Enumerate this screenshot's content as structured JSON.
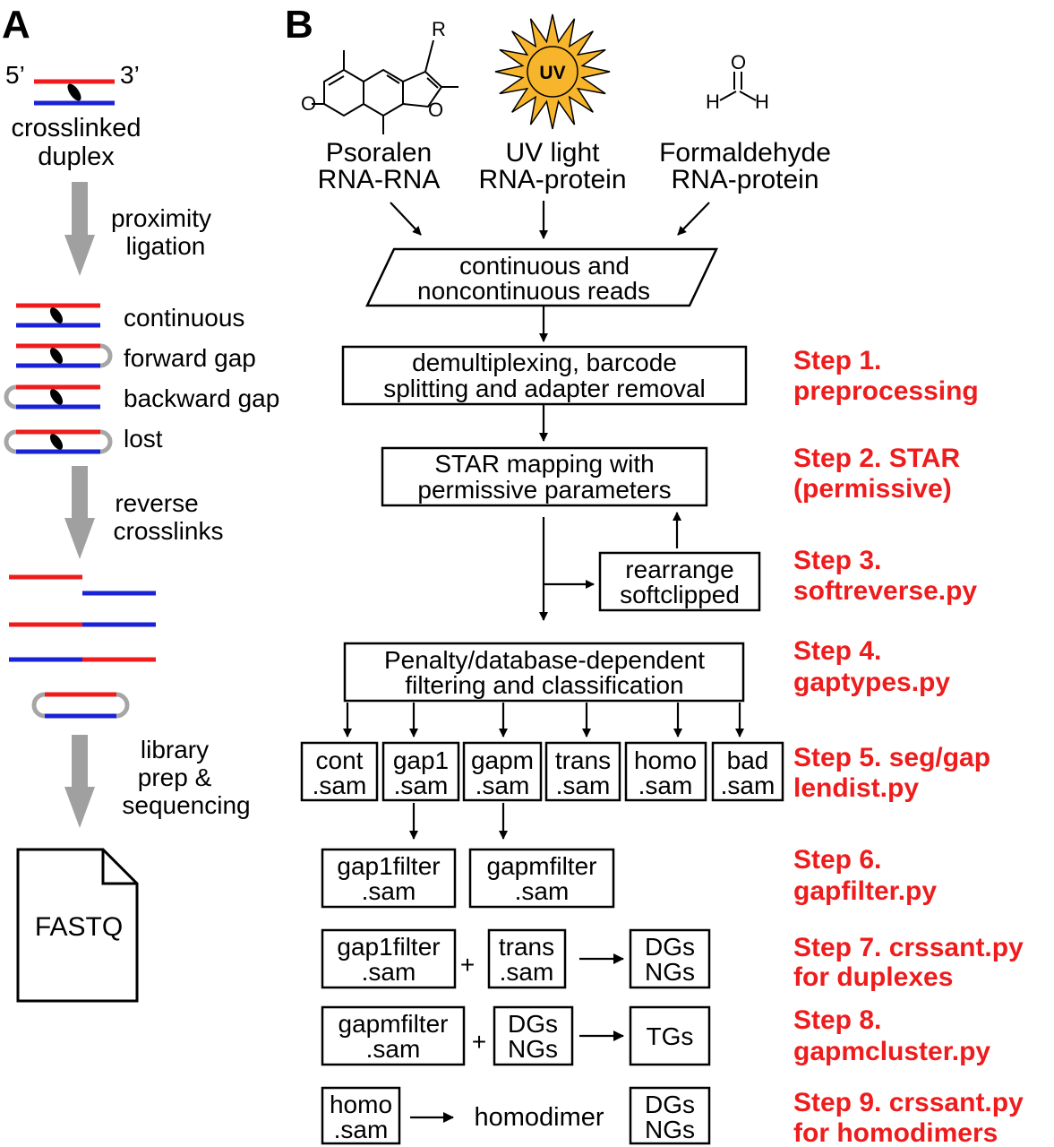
{
  "panel_a": {
    "label": "A",
    "end5": "5’",
    "end3": "3’",
    "duplex_line1": "crosslinked",
    "duplex_line2": "duplex",
    "arrow1_line1": "proximity",
    "arrow1_line2": "ligation",
    "types": [
      "continuous",
      "forward gap",
      "backward gap",
      "lost"
    ],
    "arrow2_line1": "reverse",
    "arrow2_line2": "crosslinks",
    "arrow3_line1": "library",
    "arrow3_line2": "prep &",
    "arrow3_line3": "sequencing",
    "file_label": "FASTQ"
  },
  "panel_b": {
    "label": "B",
    "molecule_r": "R",
    "molecule_o1": "O",
    "molecule_o2": "O",
    "uv_badge": "UV",
    "formaldehyde_o": "O",
    "formaldehyde_h1": "H",
    "formaldehyde_h2": "H",
    "sources": [
      {
        "name": "Psoralen",
        "target": "RNA-RNA"
      },
      {
        "name": "UV light",
        "target": "RNA-protein"
      },
      {
        "name": "Formaldehyde",
        "target": "RNA-protein"
      }
    ],
    "reads_line1": "continuous and",
    "reads_line2": "noncontinuous reads",
    "preprocess_line1": "demultiplexing, barcode",
    "preprocess_line2": "splitting and adapter removal",
    "star_line1": "STAR mapping with",
    "star_line2": "permissive parameters",
    "rearrange_line1": "rearrange",
    "rearrange_line2": "softclipped",
    "filter_line1": "Penalty/database-dependent",
    "filter_line2": "filtering and classification",
    "sam_files": [
      {
        "name": "cont",
        "ext": ".sam"
      },
      {
        "name": "gap1",
        "ext": ".sam"
      },
      {
        "name": "gapm",
        "ext": ".sam"
      },
      {
        "name": "trans",
        "ext": ".sam"
      },
      {
        "name": "homo",
        "ext": ".sam"
      },
      {
        "name": "bad",
        "ext": ".sam"
      }
    ],
    "gap1filter_line1": "gap1filter",
    "gap1filter_line2": ".sam",
    "gapmfilter_line1": "gapmfilter",
    "gapmfilter_line2": ".sam",
    "plus": "+",
    "dgs": "DGs",
    "ngs": "NGs",
    "tgs": "TGs",
    "homo_line1": "homo",
    "homo_line2": ".sam",
    "homodimer": "homodimer",
    "trans_line1": "trans",
    "trans_line2": ".sam"
  },
  "steps": [
    {
      "line1": "Step 1.",
      "line2": "preprocessing"
    },
    {
      "line1": "Step 2. STAR",
      "line2": "(permissive)"
    },
    {
      "line1": "Step 3.",
      "line2": "softreverse.py"
    },
    {
      "line1": "Step 4.",
      "line2": "gaptypes.py"
    },
    {
      "line1": "Step 5. seg/gap",
      "line2": "lendist.py"
    },
    {
      "line1": "Step 6.",
      "line2": "gapfilter.py"
    },
    {
      "line1": "Step 7. crssant.py",
      "line2": "for duplexes"
    },
    {
      "line1": "Step 8.",
      "line2": "gapmcluster.py"
    },
    {
      "line1": "Step 9. crssant.py",
      "line2": "for homodimers"
    }
  ],
  "colors": {
    "strand1": "#ee1c1c",
    "strand2": "#1a22d6",
    "loop": "#a6a6a6",
    "arrow": "#a0a0a0",
    "sun": "#f7b52c",
    "step_text": "#ee1c1c"
  }
}
